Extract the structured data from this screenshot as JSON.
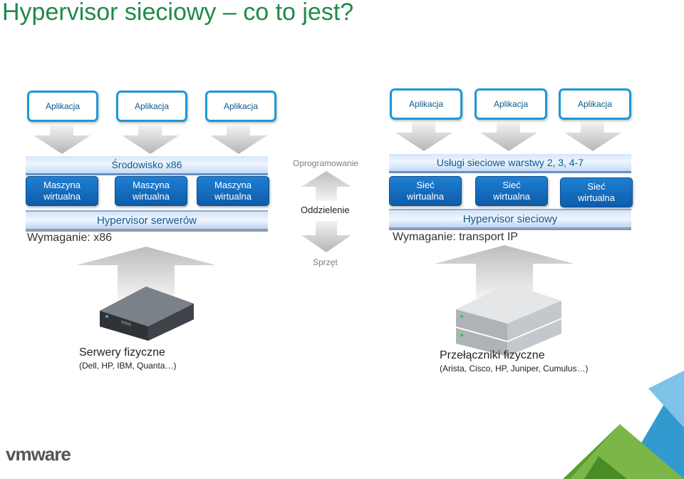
{
  "slide": {
    "title": "Hypervisor sieciowy – co to jest?"
  },
  "left": {
    "apps": [
      "Aplikacja",
      "Aplikacja",
      "Aplikacja"
    ],
    "environment": "Środowisko x86",
    "vms": [
      "Maszyna\nwirtualna",
      "Maszyna\nwirtualna",
      "Maszyna\nwirtualna"
    ],
    "hypervisor": "Hypervisor serwerów",
    "requirement": "Wymaganie: x86",
    "hardware_title": "Serwery fizyczne",
    "hardware_sub": "(Dell, HP, IBM, Quanta…)"
  },
  "center": {
    "software": "Oprogramowanie",
    "separation": "Oddzielenie",
    "hardware": "Sprzęt"
  },
  "right": {
    "apps": [
      "Aplikacja",
      "Aplikacja",
      "Aplikacja"
    ],
    "services": "Usługi sieciowe warstwy 2, 3, 4-7",
    "networks": [
      "Sieć\nwirtualna",
      "Sieć\nwirtualna",
      "Sieć\nwirtualna"
    ],
    "hypervisor": "Hypervisor sieciowy",
    "requirement": "Wymaganie: transport IP",
    "hardware_title": "Przełączniki fizyczne",
    "hardware_sub": "(Arista, Cisco, HP, Juniper, Cumulus…)"
  },
  "logo": {
    "text": "vmware"
  },
  "colors": {
    "title": "#1f8a4a",
    "accent_blue": "#1a9ad6",
    "vm_blue": "#0d5cab"
  }
}
